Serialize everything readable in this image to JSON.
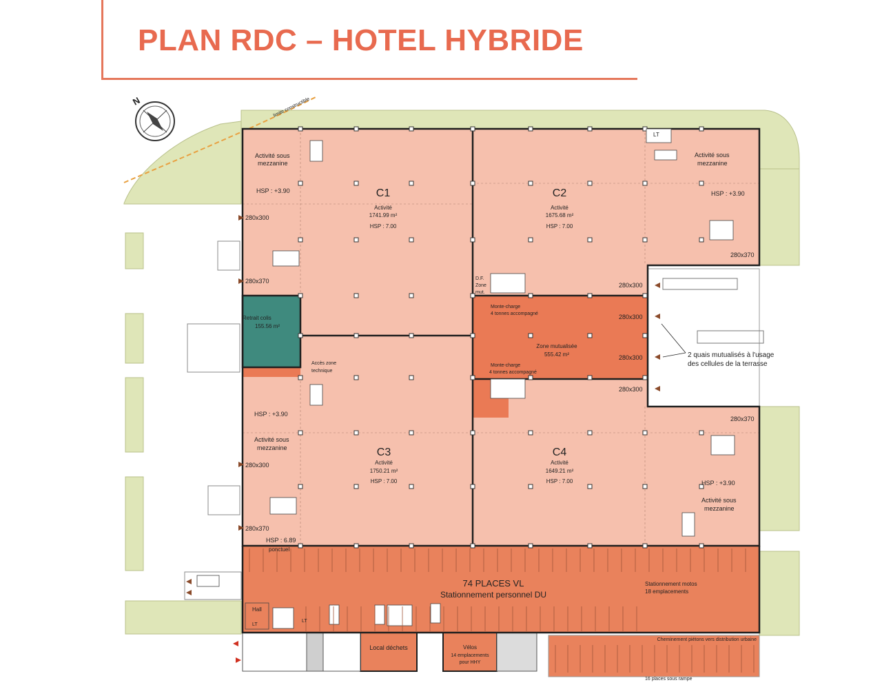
{
  "title": "PLAN RDC – HOTEL HYBRIDE",
  "colors": {
    "accent": "#e86a4f",
    "cell": "#f6c0ad",
    "shared_zone": "#ea7a55",
    "parking": "#e9825c",
    "retrait": "#3f8a7e",
    "green": "#dfe6b8",
    "wall": "#1e1e1e"
  },
  "compass": {
    "north": "N"
  },
  "limit_label": "limite constructible",
  "cells": {
    "c1": {
      "name": "C1",
      "use": "Activité",
      "area": "1741.99 m²",
      "hsp": "HSP : 7.00"
    },
    "c2": {
      "name": "C2",
      "use": "Activité",
      "area": "1675.68 m²",
      "hsp": "HSP : 7.00"
    },
    "c3": {
      "name": "C3",
      "use": "Activité",
      "area": "1750.21 m²",
      "hsp": "HSP : 7.00"
    },
    "c4": {
      "name": "C4",
      "use": "Activité",
      "area": "1649.21 m²",
      "hsp": "HSP : 7.00"
    }
  },
  "mezzanine": {
    "line1": "Activité sous",
    "line2": "mezzanine"
  },
  "hsp_mezz": "HSP : +3.90",
  "hsp_ponctuel": "HSP : 6.89",
  "ponctuel": "ponctuel",
  "lt": "LT",
  "hall": "Hall",
  "df": "D.F.",
  "zone_mut_short": {
    "line1": "Zone",
    "line2": "mut."
  },
  "doors": {
    "small": "280x300",
    "large": "280x370"
  },
  "retrait": {
    "name": "Retrait colis",
    "area": "155.56 m²"
  },
  "acces_zone": {
    "line1": "Accès zone",
    "line2": "technique"
  },
  "zone_mutualisee": {
    "name": "Zone mutualisée",
    "area": "555.42 m²"
  },
  "monte_charge": {
    "line1": "Monte-charge",
    "line2": "4 tonnes accompagné"
  },
  "quais_note": {
    "line1": "2 quais mutualisés à l'usage",
    "line2": "des cellules de la terrasse"
  },
  "parking": {
    "line1": "74 PLACES VL",
    "line2": "Stationnement personnel DU"
  },
  "motos": {
    "line1": "Stationnement motos",
    "line2": "18 emplacements"
  },
  "local_dechets": "Local déchets",
  "velos": {
    "line1": "Vélos",
    "line2": "14 emplacements",
    "line3": "pour HHY"
  },
  "cheminement": "Cheminement piétons vers distribution urbaine",
  "places_rampe": "16 places sous rampe"
}
